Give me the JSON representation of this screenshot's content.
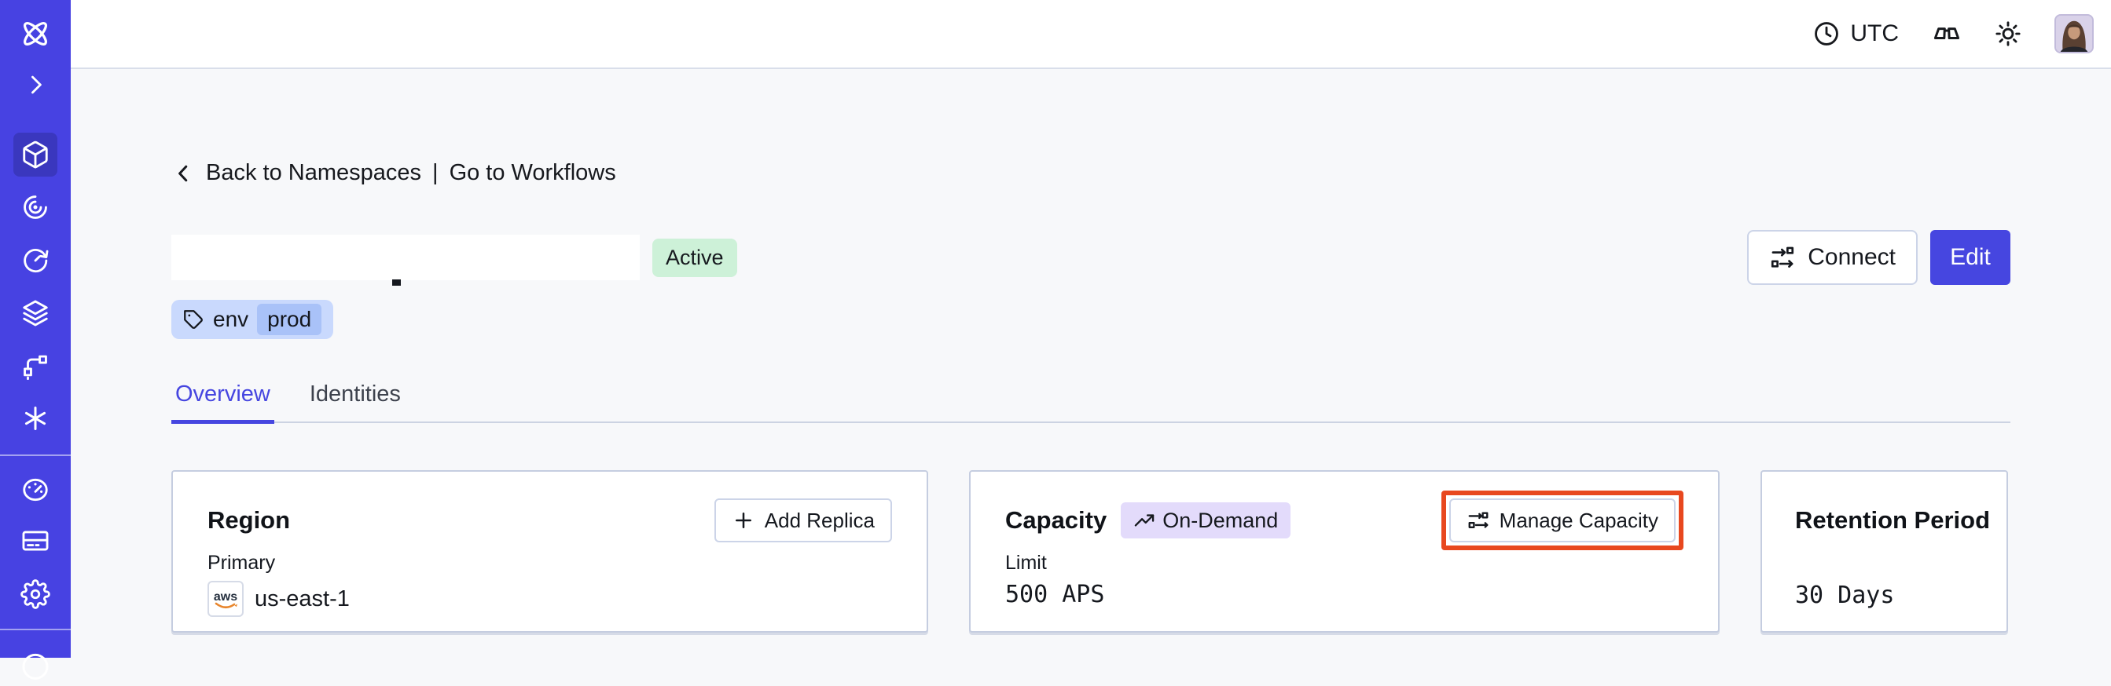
{
  "topbar": {
    "timezone": "UTC"
  },
  "sidebar": {
    "items": [
      "temporal-logo",
      "expand",
      "namespaces",
      "workflows",
      "schedules",
      "deployments",
      "batch-operations",
      "nexus",
      "usage",
      "billing",
      "settings",
      "account"
    ],
    "active_item": "namespaces"
  },
  "breadcrumb": {
    "back": "Back to Namespaces",
    "separator": "|",
    "forward": "Go to Workflows"
  },
  "namespace": {
    "status": "Active",
    "tag_key": "env",
    "tag_value": "prod"
  },
  "actions": {
    "connect": "Connect",
    "edit": "Edit"
  },
  "tabs": [
    {
      "label": "Overview",
      "active": true
    },
    {
      "label": "Identities",
      "active": false
    }
  ],
  "cards": {
    "region": {
      "title": "Region",
      "action": "Add Replica",
      "label": "Primary",
      "provider": "aws",
      "value": "us-east-1"
    },
    "capacity": {
      "title": "Capacity",
      "badge": "On-Demand",
      "action": "Manage Capacity",
      "label": "Limit",
      "value": "500 APS"
    },
    "retention": {
      "title": "Retention Period",
      "value": "30 Days"
    }
  },
  "colors": {
    "sidebar": "#4742E2",
    "accent": "#4646E0",
    "highlight_box": "#E8481F",
    "status_active_bg": "#CDF1D8",
    "on_demand_badge_bg": "#E3DBFB",
    "tag_bg": "#C9D9FD",
    "tag_chip_bg": "#A9C2F8",
    "aws_smile": "#E8862D"
  }
}
